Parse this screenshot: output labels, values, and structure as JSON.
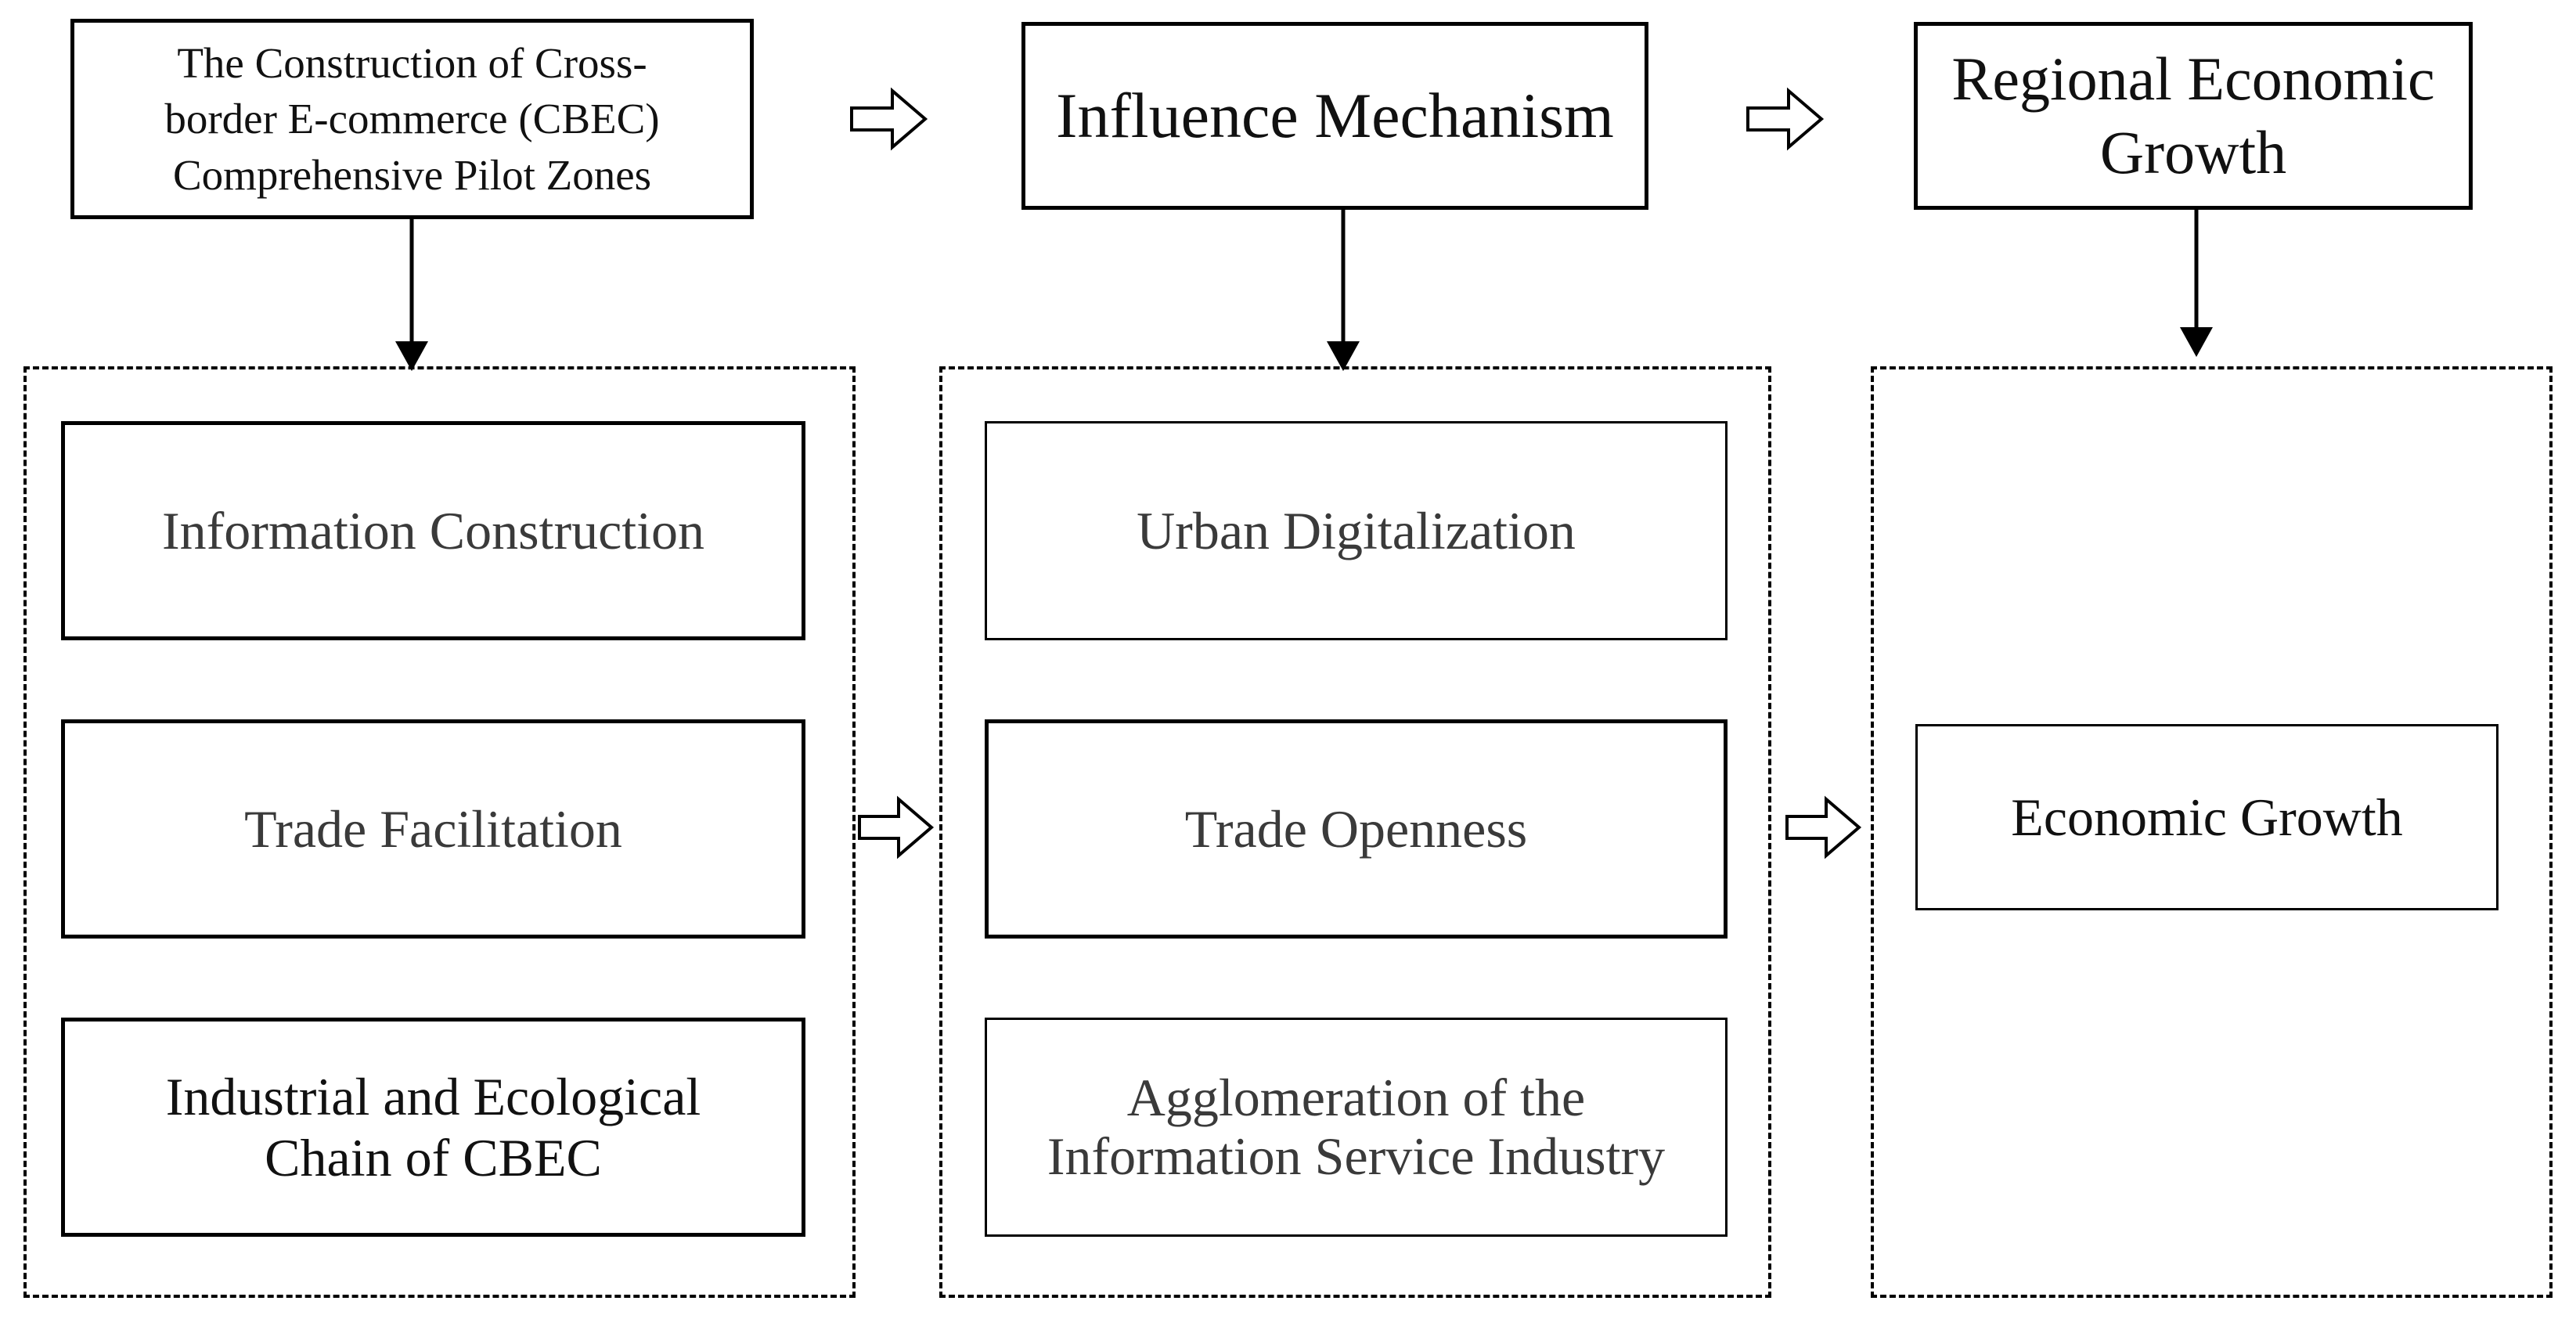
{
  "top_row": {
    "pilot_zones": "The Construction of Cross-\nborder E-commerce (CBEC)\nComprehensive Pilot Zones",
    "mechanism": "Influence Mechanism",
    "growth": "Regional Economic\nGrowth"
  },
  "left_group": {
    "items": [
      "Information Construction",
      "Trade Facilitation",
      "Industrial and Ecological\nChain of CBEC"
    ]
  },
  "middle_group": {
    "items": [
      "Urban Digitalization",
      "Trade Openness",
      "Agglomeration of the\nInformation Service Industry"
    ]
  },
  "right_group": {
    "items": [
      "Economic Growth"
    ]
  }
}
